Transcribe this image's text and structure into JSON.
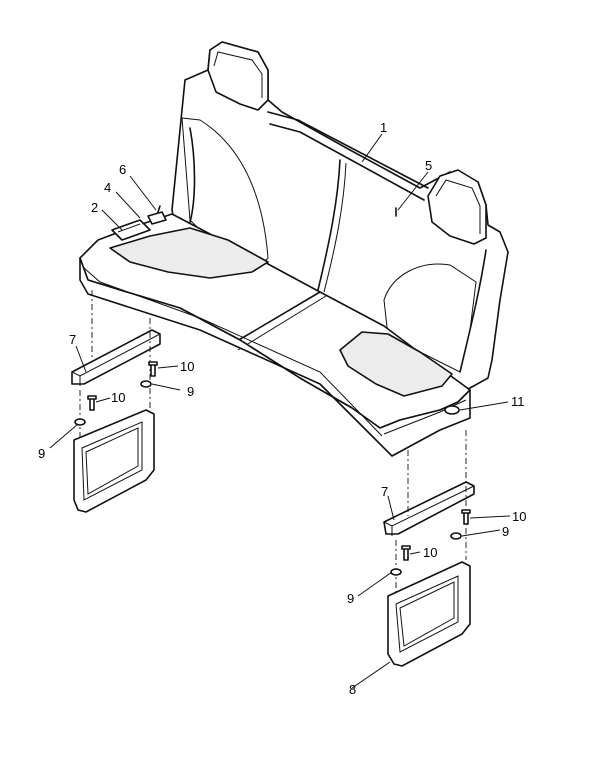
{
  "callouts": {
    "c1": "1",
    "c2": "2",
    "c4": "4",
    "c5": "5",
    "c6": "6",
    "c7a": "7",
    "c7b": "7",
    "c8": "8",
    "c9a": "9",
    "c9b": "9",
    "c9c": "9",
    "c9d": "9",
    "c10a": "10",
    "c10b": "10",
    "c10c": "10",
    "c10d": "10",
    "c11": "11"
  }
}
